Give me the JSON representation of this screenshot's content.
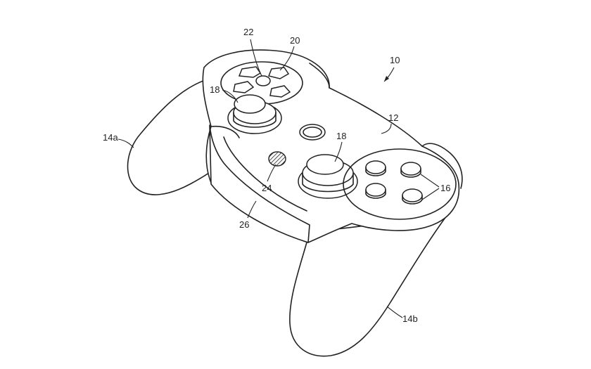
{
  "figure": {
    "refs": {
      "controller": "10",
      "housing": "12",
      "left_handle": "14a",
      "right_handle": "14b",
      "face_buttons": "16",
      "joystick_left": "18",
      "joystick_right": "18",
      "dpad": "20",
      "dpad_center": "22",
      "speaker": "24",
      "front_panel": "26"
    }
  },
  "colors": {
    "line": "#222222",
    "background": "#ffffff"
  }
}
